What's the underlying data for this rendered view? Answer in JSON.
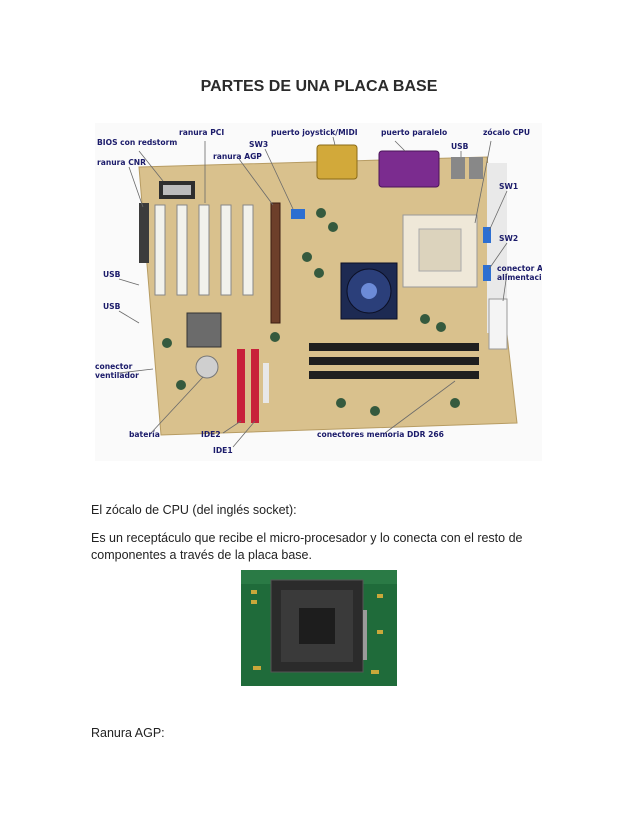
{
  "document": {
    "title": "PARTES DE UNA PLACA BASE",
    "paragraphs": {
      "socket_heading": "El zócalo de CPU (del inglés socket):",
      "socket_desc_line1": "Es un receptáculo que recibe el micro-procesador y lo conecta con el resto de",
      "socket_desc_line2": "componentes a través de la placa base.",
      "agp_heading": "Ranura AGP:"
    }
  },
  "motherboard_labels": {
    "bios": "BIOS con redstorm",
    "pci": "ranura PCI",
    "joystick": "puerto joystick/MIDI",
    "parallel": "puerto paralelo",
    "cpu_socket": "zócalo CPU",
    "cnr": "ranura CNR",
    "sw3": "SW3",
    "agp": "ranura AGP",
    "usb_top": "USB",
    "sw1": "SW1",
    "sw2": "SW2",
    "atx1": "conector ATX",
    "atx2": "alimentación",
    "usb_left1": "USB",
    "usb_left2": "USB",
    "fan1": "conector",
    "fan2": "ventilador",
    "battery": "batería",
    "ide2": "IDE2",
    "ide1": "IDE1",
    "ddr": "conectores memoria DDR 266"
  },
  "colors": {
    "board": "#d8c08a",
    "pcb_green": "#1f6b3a",
    "pci_slot": "#f2f2ec",
    "ide_red": "#c8203a",
    "label_navy": "#1b1b6a",
    "arrow": "#6a6a6a"
  }
}
